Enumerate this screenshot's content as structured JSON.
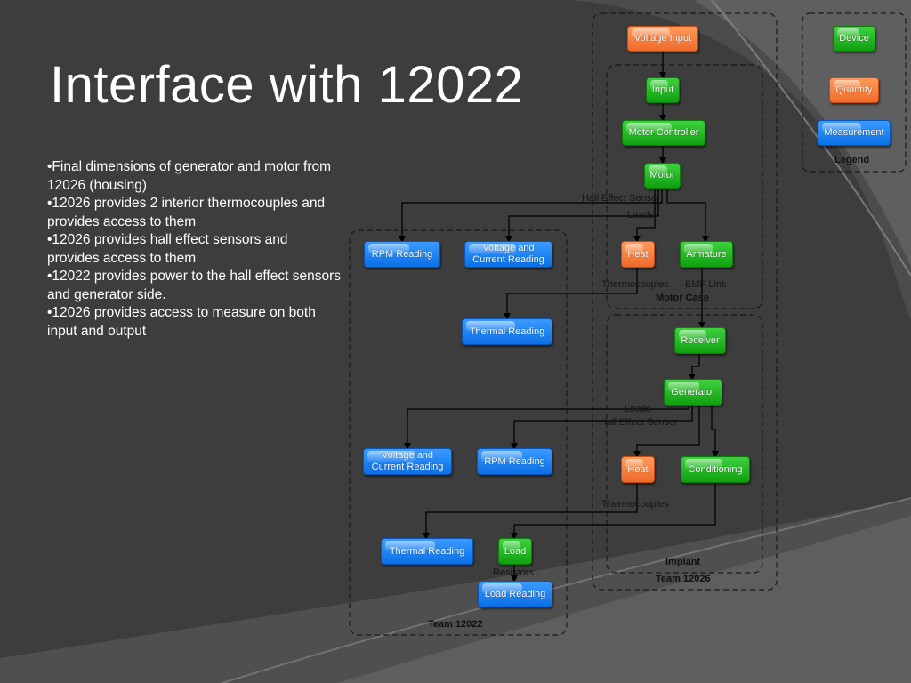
{
  "slide": {
    "title": "Interface with 12022",
    "bullets": [
      "•Final dimensions of generator and motor from 12026 (housing)",
      "•12026 provides 2 interior thermocouples and provides access to them",
      "•12026 provides hall effect sensors and provides access to them",
      "•12022 provides power to the hall effect sensors and generator side.",
      "•12026 provides access to measure on both input and output"
    ]
  },
  "colors": {
    "device": "#14a814",
    "quantity": "#f47a3a",
    "measurement": "#1a7ef0",
    "background": "#3d3d3d"
  },
  "legend": {
    "title": "Legend",
    "device": "Device",
    "quantity": "Quantity",
    "measurement": "Measurement"
  },
  "groups": {
    "motor_case": "Motor Case",
    "implant": "Implant",
    "team_12026": "Team 12026",
    "team_12022": "Team 12022"
  },
  "nodes": {
    "voltage_input": "Voltage Input",
    "input": "Input",
    "motor_controller": "Motor Controller",
    "motor": "Motor",
    "heat_motor": "Heat",
    "armature": "Armature",
    "receiver": "Receiver",
    "generator": "Generator",
    "heat_gen": "Heat",
    "conditioning": "Conditioning",
    "load": "Load",
    "rpm_reading_top": "RPM Reading",
    "vc_reading_top": "Voltage and Current Reading",
    "thermal_reading_top": "Thermal Reading",
    "vc_reading_bottom": "Voltage and Current Reading",
    "rpm_reading_bottom": "RPM Reading",
    "thermal_reading_bottom": "Thermal Reading",
    "load_reading": "Load Reading"
  },
  "edge_labels": {
    "hall_effect_sensor_top": "Hall Effect Sensor",
    "leads_top": "Leads",
    "thermocouples_top": "Thermocouples",
    "emf_link": "EMF Link",
    "leads_bottom": "Leads",
    "hall_effect_sensor_bottom": "Hall Effect Sensor",
    "thermocouples_bottom": "Thermocouples",
    "resistors": "Resistors"
  }
}
